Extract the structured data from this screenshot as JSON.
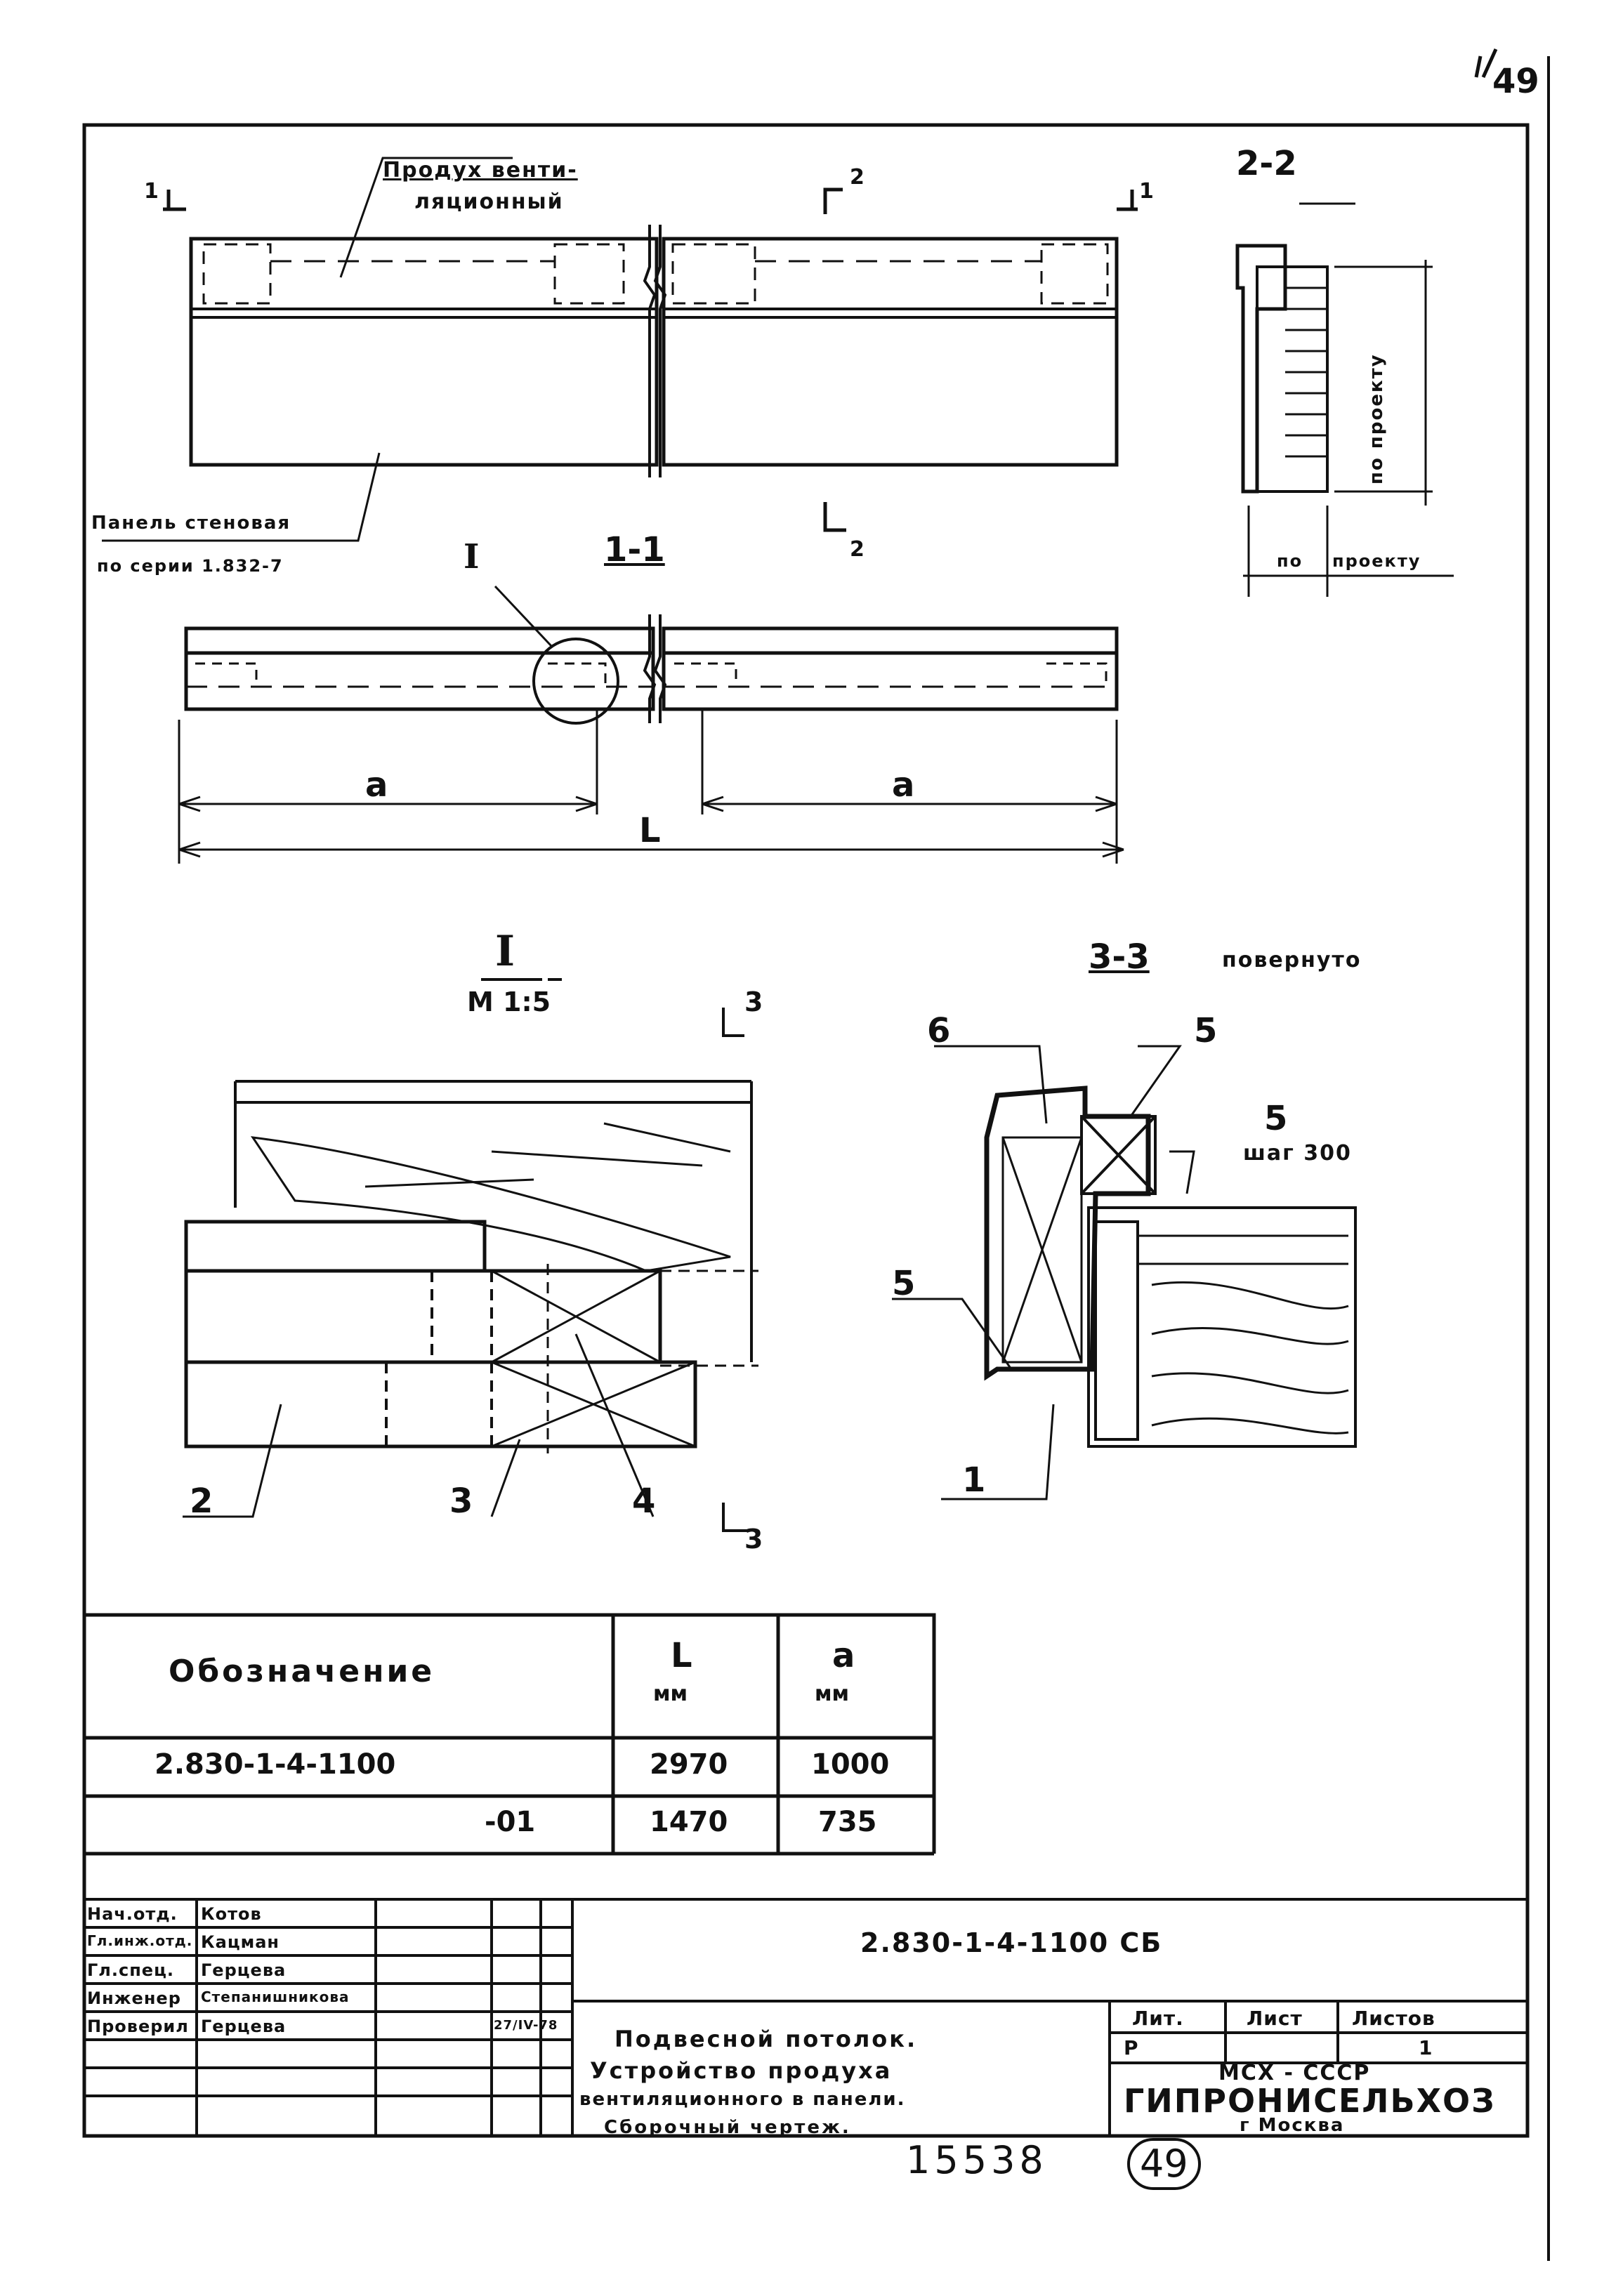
{
  "sheet_corner": "49",
  "drawing": {
    "section_1_1_mark": "1",
    "section_2_2_mark": "2",
    "section_3_3_mark": "3",
    "duct_label_line1": "Продух венти-",
    "duct_label_line2": "ляционный",
    "panel_label_line1": "Панель стеновая",
    "panel_label_line2": "по серии 1.832-7",
    "section_1_1_title": "1-1",
    "section_2_2_title": "2-2",
    "dim_a": "a",
    "dim_L": "L",
    "po_proektu_v": "по проекту",
    "po_label": "по",
    "proektu_h": "проекту",
    "detail_I_title": "I",
    "detail_I_scale": "M 1:5",
    "detail_I_ref": "I",
    "section_3_3_title": "3-3",
    "section_3_3_note": "повернуто",
    "callouts": {
      "c1": "1",
      "c2": "2",
      "c3": "3",
      "c4": "4",
      "c5a": "5",
      "c5b": "5",
      "c5c": "5",
      "c6": "6",
      "step": "шаг 300"
    }
  },
  "spec_table": {
    "headers": {
      "designation": "Обозначение",
      "L": "L",
      "L_unit": "мм",
      "a": "a",
      "a_unit": "мм"
    },
    "rows": [
      {
        "designation": "2.830-1-4-1100",
        "L": "2970",
        "a": "1000"
      },
      {
        "designation": "-01",
        "L": "1470",
        "a": "735"
      }
    ]
  },
  "title_block": {
    "document_code": "2.830-1-4-1100 СБ",
    "title_line1": "Подвесной потолок.",
    "title_line2": "Устройство продуха",
    "title_line3": "вентиляционного в панели.",
    "title_line4": "Сборочный чертеж.",
    "lit_header": "Лит.",
    "sheet_header": "Лист",
    "sheets_header": "Листов",
    "lit_value": "Р",
    "sheets_value": "1",
    "org_line1": "МСХ - СССР",
    "org_line2": "ГИПРОНИСЕЛЬХОЗ",
    "org_line3": "г Москва",
    "date": "27/IV-78",
    "staff": [
      {
        "role": "Нач.отд.",
        "name": "Котов"
      },
      {
        "role": "Гл.инж.отд.",
        "name": "Кацман"
      },
      {
        "role": "Гл.спец.",
        "name": "Герцева"
      },
      {
        "role": "Инженер",
        "name": "Степанишникова"
      },
      {
        "role": "Проверил",
        "name": "Герцева"
      }
    ]
  },
  "footer": {
    "archive_number": "15538",
    "page_number": "49"
  }
}
